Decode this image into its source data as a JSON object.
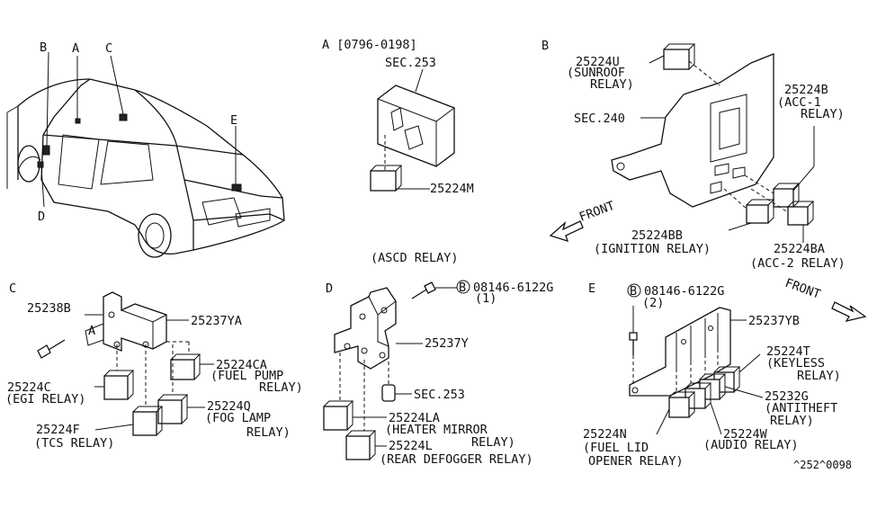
{
  "view_labels": {
    "A": "A",
    "B": "B",
    "C": "C",
    "D": "D",
    "E": "E"
  },
  "section_a": {
    "heading": "A [0796-0198]",
    "sec": "SEC.253",
    "part": "25224M",
    "caption": "(ASCD RELAY)"
  },
  "section_b": {
    "heading": "B",
    "sunroof_part": "25224U",
    "sunroof_desc1": "(SUNROOF",
    "sunroof_desc2": "RELAY)",
    "sec": "SEC.240",
    "acc1_part": "25224B",
    "acc1_desc1": "(ACC-1",
    "acc1_desc2": "RELAY)",
    "front": "FRONT",
    "ign_part": "25224BB",
    "ign_desc": "(IGNITION RELAY)",
    "acc2_part": "25224BA",
    "acc2_desc": "(ACC-2 RELAY)"
  },
  "section_c": {
    "heading": "C",
    "bolt": "25238B",
    "bracket_tag": "A",
    "bracket": "25237YA",
    "fuel_pump_part": "25224CA",
    "fuel_pump_desc1": "(FUEL PUMP",
    "fuel_pump_desc2": "RELAY)",
    "egi_part": "25224C",
    "egi_desc": "(EGI RELAY)",
    "fog_part": "25224Q",
    "fog_desc1": "(FOG LAMP",
    "fog_desc2": "RELAY)",
    "tcs_part": "25224F",
    "tcs_desc": "(TCS RELAY)"
  },
  "section_d": {
    "heading": "D",
    "bolt_mark": "B",
    "bolt_part": "08146-6122G",
    "bolt_qty": "(1)",
    "bracket": "25237Y",
    "sec": "SEC.253",
    "mirror_part": "25224LA",
    "mirror_desc1": "(HEATER MIRROR",
    "mirror_desc2": "RELAY)",
    "defog_part": "25224L",
    "defog_desc": "(REAR DEFOGGER RELAY)"
  },
  "section_e": {
    "heading": "E",
    "bolt_mark": "B",
    "bolt_part": "08146-6122G",
    "bolt_qty": "(2)",
    "front": "FRONT",
    "bracket": "25237YB",
    "keyless_part": "25224T",
    "keyless_desc1": "(KEYLESS",
    "keyless_desc2": "RELAY)",
    "antitheft_part": "25232G",
    "antitheft_desc1": "(ANTITHEFT",
    "antitheft_desc2": "RELAY)",
    "fuel_lid_part": "25224N",
    "fuel_lid_desc1": "(FUEL LID",
    "fuel_lid_desc2": "OPENER RELAY)",
    "audio_part": "25224W",
    "audio_desc": "(AUDIO RELAY)"
  },
  "diagram_code": "^252^0098"
}
